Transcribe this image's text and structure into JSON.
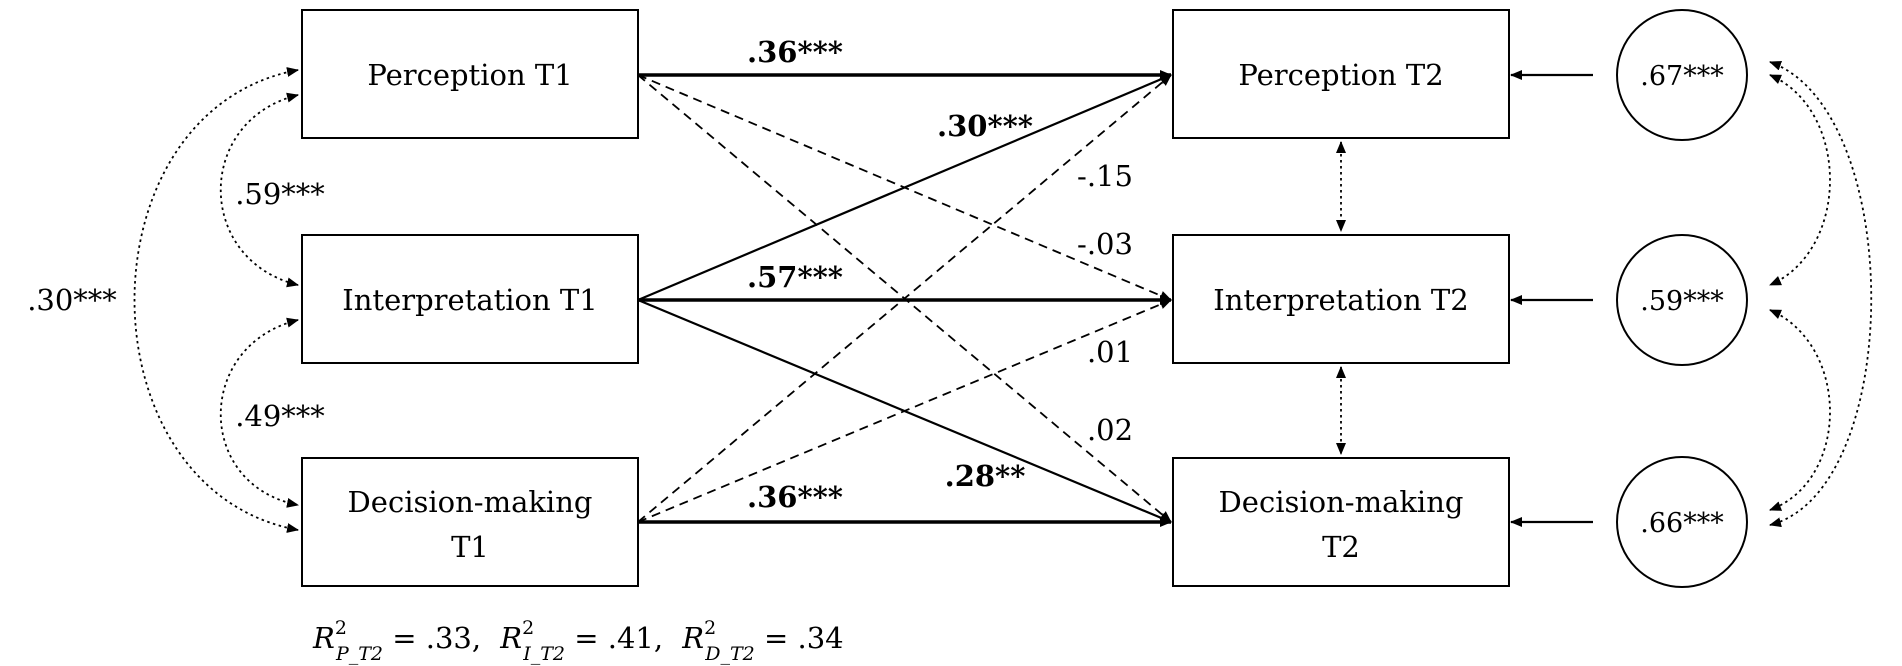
{
  "nodes": {
    "perception_t1": {
      "line1": "Perception T1",
      "line2": ""
    },
    "interpretation_t1": {
      "line1": "Interpretation T1",
      "line2": ""
    },
    "decision_t1": {
      "line1": "Decision-making",
      "line2": "T1"
    },
    "perception_t2": {
      "line1": "Perception T2",
      "line2": ""
    },
    "interpretation_t2": {
      "line1": "Interpretation T2",
      "line2": ""
    },
    "decision_t2": {
      "line1": "Decision-making",
      "line2": "T2"
    }
  },
  "residuals": {
    "perception": ".67***",
    "interpretation": ".59***",
    "decision": ".66***"
  },
  "coefficients": {
    "p1_p2": ".36***",
    "i1_p2": ".30***",
    "p1_i2": "-.15",
    "p1_d2": "-.03",
    "i1_i2": ".57***",
    "d1_i2": ".01",
    "d1_p2": ".02",
    "i1_d2": ".28**",
    "d1_d2": ".36***"
  },
  "correlations_t1": {
    "p1_i1": ".59***",
    "i1_d1": ".49***",
    "p1_d1": ".30***"
  },
  "r_squared": {
    "symbol": "R",
    "sup": "2",
    "p_sub": "P_T2",
    "p_val": " = .33,",
    "i_sub": "I_T2",
    "i_val": " = .41,",
    "d_sub": "D_T2",
    "d_val": " = .34"
  }
}
